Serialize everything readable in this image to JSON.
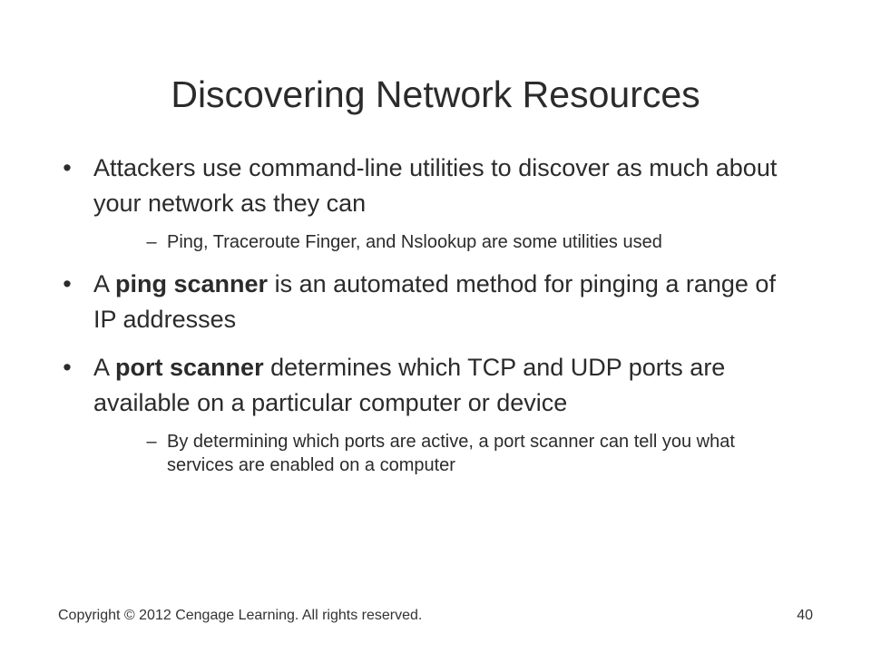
{
  "slide": {
    "title": "Discovering Network Resources",
    "bullets": [
      {
        "pre": "Attackers use command-line utilities to discover as much about your network as they can",
        "bold": "",
        "post": "",
        "subs": [
          "Ping, Traceroute Finger, and Nslookup are some utilities used"
        ]
      },
      {
        "pre": "A ",
        "bold": "ping scanner",
        "post": " is an automated method for pinging a range of IP addresses",
        "subs": []
      },
      {
        "pre": "A ",
        "bold": "port scanner",
        "post": " determines which TCP and UDP ports are available on a particular computer or device",
        "subs": [
          "By determining which ports are active, a port scanner can tell you what services are enabled on a computer"
        ]
      }
    ],
    "bullet_glyph": "•",
    "sub_glyph": "–",
    "footer": "Copyright © 2012 Cengage Learning. All rights reserved.",
    "page_number": "40"
  }
}
